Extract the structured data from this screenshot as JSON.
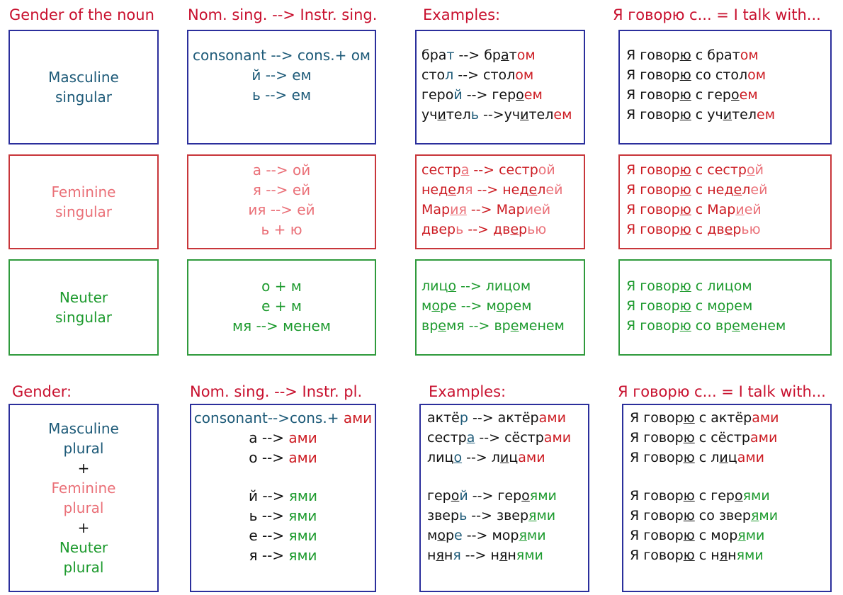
{
  "headers": {
    "gender": "Gender of the noun",
    "nom_instr_sing": "Nom. sing. --> Instr. sing.",
    "examples": "Examples:",
    "talk_with": "Я говорю с... = I talk with...",
    "gender2": "Gender:",
    "nom_instr_pl": "Nom. sing. --> Instr. pl.",
    "examples2": "Examples:",
    "talk_with2": "Я говорю с... = I talk with..."
  },
  "colors": {
    "masculine": "#1d5a78",
    "feminine": "#ea7078",
    "neuter": "#1c9a2d",
    "ending": "#cc1b22",
    "header": "#c8102e"
  },
  "rows": [
    {
      "id": "masc",
      "box_color": "blue",
      "gender": [
        {
          "t": "Masculine",
          "c": "teal"
        },
        {
          "t": "singular",
          "c": "teal"
        }
      ],
      "rules": [
        [
          {
            "t": "consonant --> cons.+ ом",
            "c": "teal"
          }
        ],
        [
          {
            "t": "й --> ем",
            "c": "teal"
          }
        ],
        [
          {
            "t": "ь --> ем",
            "c": "teal"
          }
        ]
      ],
      "examples": [
        [
          {
            "t": "бра"
          },
          {
            "t": "т",
            "c": "teal"
          },
          {
            "t": " --> бр"
          },
          {
            "t": "а",
            "u": 1
          },
          {
            "t": "т"
          },
          {
            "t": "ом",
            "c": "red"
          }
        ],
        [
          {
            "t": "сто"
          },
          {
            "t": "л",
            "c": "teal"
          },
          {
            "t": " --> стол"
          },
          {
            "t": "ом",
            "c": "red"
          }
        ],
        [
          {
            "t": "геро"
          },
          {
            "t": "й",
            "c": "teal"
          },
          {
            "t": " --> гер"
          },
          {
            "t": "о",
            "u": 1
          },
          {
            "t": "ем",
            "c": "red"
          }
        ],
        [
          {
            "t": "уч"
          },
          {
            "t": "и",
            "u": 1
          },
          {
            "t": "тел"
          },
          {
            "t": "ь",
            "c": "teal"
          },
          {
            "t": " -->уч"
          },
          {
            "t": "и",
            "u": 1
          },
          {
            "t": "тел"
          },
          {
            "t": "ем",
            "c": "red"
          }
        ]
      ],
      "talk": [
        [
          {
            "t": "Я говор"
          },
          {
            "t": "ю",
            "u": 1
          },
          {
            "t": " с брат"
          },
          {
            "t": "ом",
            "c": "red"
          }
        ],
        [
          {
            "t": "Я говор"
          },
          {
            "t": "ю",
            "u": 1
          },
          {
            "t": " со стол"
          },
          {
            "t": "ом",
            "c": "red"
          }
        ],
        [
          {
            "t": "Я говор"
          },
          {
            "t": "ю",
            "u": 1
          },
          {
            "t": " с гер"
          },
          {
            "t": "о",
            "u": 1
          },
          {
            "t": "ем",
            "c": "red"
          }
        ],
        [
          {
            "t": "Я говор"
          },
          {
            "t": "ю",
            "u": 1
          },
          {
            "t": " с уч"
          },
          {
            "t": "и",
            "u": 1
          },
          {
            "t": "тел"
          },
          {
            "t": "ем",
            "c": "red"
          }
        ]
      ]
    },
    {
      "id": "fem",
      "box_color": "red",
      "gender": [
        {
          "t": "Feminine",
          "c": "pink"
        },
        {
          "t": "singular",
          "c": "pink"
        }
      ],
      "rules": [
        [
          {
            "t": "а --> ой",
            "c": "pink"
          }
        ],
        [
          {
            "t": "я --> ей",
            "c": "pink"
          }
        ],
        [
          {
            "t": "ия --> ей",
            "c": "pink"
          }
        ],
        [
          {
            "t": "ь + ю",
            "c": "pink"
          }
        ]
      ],
      "examples": [
        [
          {
            "t": "сестр"
          },
          {
            "t": "а",
            "c": "pink",
            "u": 1
          },
          {
            "t": " --> сестр"
          },
          {
            "t": "ой",
            "c": "pink"
          }
        ],
        [
          {
            "t": "нед"
          },
          {
            "t": "е",
            "u": 1
          },
          {
            "t": "л"
          },
          {
            "t": "я",
            "c": "pink"
          },
          {
            "t": " --> нед"
          },
          {
            "t": "е",
            "u": 1
          },
          {
            "t": "л"
          },
          {
            "t": "ей",
            "c": "pink"
          }
        ],
        [
          {
            "t": "Мар"
          },
          {
            "t": "ия",
            "c": "pink",
            "u": 1
          },
          {
            "t": " --> Мар"
          },
          {
            "t": "ией",
            "c": "pink"
          }
        ],
        [
          {
            "t": "двер"
          },
          {
            "t": "ь",
            "c": "pink"
          },
          {
            "t": " --> дв"
          },
          {
            "t": "е",
            "u": 1
          },
          {
            "t": "р"
          },
          {
            "t": "ью",
            "c": "pink"
          }
        ]
      ],
      "talk": [
        [
          {
            "t": "Я говор"
          },
          {
            "t": "ю",
            "u": 1
          },
          {
            "t": " с сестр"
          },
          {
            "t": "о",
            "c": "pink",
            "u": 1
          },
          {
            "t": "й",
            "c": "pink"
          }
        ],
        [
          {
            "t": "Я говор"
          },
          {
            "t": "ю",
            "u": 1
          },
          {
            "t": " с нед"
          },
          {
            "t": "е",
            "u": 1
          },
          {
            "t": "л"
          },
          {
            "t": "ей",
            "c": "pink"
          }
        ],
        [
          {
            "t": "Я говор"
          },
          {
            "t": "ю",
            "u": 1
          },
          {
            "t": " с  Мар"
          },
          {
            "t": "и",
            "c": "pink",
            "u": 1
          },
          {
            "t": "ей",
            "c": "pink"
          }
        ],
        [
          {
            "t": "Я говор"
          },
          {
            "t": "ю",
            "u": 1
          },
          {
            "t": " с дв"
          },
          {
            "t": "е",
            "u": 1
          },
          {
            "t": "р"
          },
          {
            "t": "ью",
            "c": "pink"
          }
        ]
      ]
    },
    {
      "id": "neut",
      "box_color": "green",
      "gender": [
        {
          "t": "Neuter",
          "c": "green"
        },
        {
          "t": "singular",
          "c": "green"
        }
      ],
      "rules": [
        [
          {
            "t": "о  +  м",
            "c": "green"
          }
        ],
        [
          {
            "t": "е  +  м",
            "c": "green"
          }
        ],
        [
          {
            "t": "мя --> менем",
            "c": "green"
          }
        ]
      ],
      "examples": [
        [
          {
            "t": "лиц"
          },
          {
            "t": "о",
            "c": "green",
            "u": 1
          },
          {
            "t": " --> лиц"
          },
          {
            "t": "ом",
            "c": "green"
          }
        ],
        [
          {
            "t": "м"
          },
          {
            "t": "о",
            "u": 1
          },
          {
            "t": "р"
          },
          {
            "t": "е",
            "c": "green"
          },
          {
            "t": " --> м"
          },
          {
            "t": "о",
            "u": 1
          },
          {
            "t": "р"
          },
          {
            "t": "ем",
            "c": "green"
          }
        ],
        [
          {
            "t": "вр"
          },
          {
            "t": "е",
            "u": 1
          },
          {
            "t": "мя",
            "c": "green"
          },
          {
            "t": " --> вр"
          },
          {
            "t": "е",
            "u": 1
          },
          {
            "t": "менем",
            "c": "green"
          }
        ]
      ],
      "talk": [
        [
          {
            "t": "Я говор"
          },
          {
            "t": "ю",
            "u": 1
          },
          {
            "t": " с лиц"
          },
          {
            "t": "ом",
            "c": "green"
          }
        ],
        [
          {
            "t": "Я говор"
          },
          {
            "t": "ю",
            "u": 1
          },
          {
            "t": " с м"
          },
          {
            "t": "о",
            "u": 1
          },
          {
            "t": "р"
          },
          {
            "t": "ем",
            "c": "green"
          }
        ],
        [
          {
            "t": "Я говор"
          },
          {
            "t": "ю",
            "u": 1
          },
          {
            "t": " со вр"
          },
          {
            "t": "е",
            "u": 1
          },
          {
            "t": "менем",
            "c": "green"
          }
        ]
      ]
    }
  ],
  "plural": {
    "gender": [
      {
        "t": "Masculine",
        "c": "teal"
      },
      {
        "t": "plural",
        "c": "teal"
      },
      {
        "t": "+",
        "c": "black"
      },
      {
        "t": "Feminine",
        "c": "pink"
      },
      {
        "t": "plural",
        "c": "pink"
      },
      {
        "t": "+",
        "c": "black"
      },
      {
        "t": "Neuter",
        "c": "green"
      },
      {
        "t": "plural",
        "c": "green"
      }
    ],
    "rules": [
      [
        {
          "t": "consonant-->cons.+ ",
          "c": "teal"
        },
        {
          "t": "ами",
          "c": "red"
        }
      ],
      [
        {
          "t": "а --> "
        },
        {
          "t": "ами",
          "c": "red"
        }
      ],
      [
        {
          "t": "о --> "
        },
        {
          "t": "ами",
          "c": "red"
        }
      ],
      null,
      [
        {
          "t": "й --> "
        },
        {
          "t": "ями",
          "c": "green"
        }
      ],
      [
        {
          "t": "ь --> "
        },
        {
          "t": "ями",
          "c": "green"
        }
      ],
      [
        {
          "t": "е --> "
        },
        {
          "t": "ями",
          "c": "green"
        }
      ],
      [
        {
          "t": "я --> "
        },
        {
          "t": "ями",
          "c": "green"
        }
      ]
    ],
    "examples": [
      [
        {
          "t": "актё"
        },
        {
          "t": "р",
          "c": "teal"
        },
        {
          "t": " --> актёр"
        },
        {
          "t": "ами",
          "c": "red"
        }
      ],
      [
        {
          "t": "сестр"
        },
        {
          "t": "а",
          "c": "teal",
          "u": 1
        },
        {
          "t": " --> сёстр"
        },
        {
          "t": "ами",
          "c": "red"
        }
      ],
      [
        {
          "t": "лиц"
        },
        {
          "t": "о",
          "c": "teal",
          "u": 1
        },
        {
          "t": " --> л"
        },
        {
          "t": "и",
          "u": 1
        },
        {
          "t": "ц"
        },
        {
          "t": "ами",
          "c": "red"
        }
      ],
      null,
      [
        {
          "t": "гер"
        },
        {
          "t": "о",
          "u": 1
        },
        {
          "t": "й",
          "c": "teal"
        },
        {
          "t": " --> гер"
        },
        {
          "t": "о",
          "u": 1
        },
        {
          "t": "ями",
          "c": "green"
        }
      ],
      [
        {
          "t": "звер"
        },
        {
          "t": "ь",
          "c": "teal"
        },
        {
          "t": " --> звер"
        },
        {
          "t": "я",
          "c": "green",
          "u": 1
        },
        {
          "t": "ми",
          "c": "green"
        }
      ],
      [
        {
          "t": "м"
        },
        {
          "t": "о",
          "u": 1
        },
        {
          "t": "р"
        },
        {
          "t": "е",
          "c": "teal"
        },
        {
          "t": "  --> мор"
        },
        {
          "t": "я",
          "c": "green",
          "u": 1
        },
        {
          "t": "ми",
          "c": "green"
        }
      ],
      [
        {
          "t": "н"
        },
        {
          "t": "я",
          "u": 1
        },
        {
          "t": "н"
        },
        {
          "t": "я",
          "c": "teal"
        },
        {
          "t": "  --> н"
        },
        {
          "t": "я",
          "u": 1
        },
        {
          "t": "н"
        },
        {
          "t": "ями",
          "c": "green"
        }
      ]
    ],
    "talk": [
      [
        {
          "t": "Я говор"
        },
        {
          "t": "ю",
          "u": 1
        },
        {
          "t": " с актёр"
        },
        {
          "t": "ами",
          "c": "red"
        }
      ],
      [
        {
          "t": "Я говор"
        },
        {
          "t": "ю",
          "u": 1
        },
        {
          "t": " с сёстр"
        },
        {
          "t": "ами",
          "c": "red"
        }
      ],
      [
        {
          "t": "Я говор"
        },
        {
          "t": "ю",
          "u": 1
        },
        {
          "t": " с л"
        },
        {
          "t": "и",
          "u": 1
        },
        {
          "t": "ц"
        },
        {
          "t": "ами",
          "c": "red"
        }
      ],
      null,
      [
        {
          "t": "Я говор"
        },
        {
          "t": "ю",
          "u": 1
        },
        {
          "t": " с гер"
        },
        {
          "t": "о",
          "u": 1
        },
        {
          "t": "ями",
          "c": "green"
        }
      ],
      [
        {
          "t": "Я говор"
        },
        {
          "t": "ю",
          "u": 1
        },
        {
          "t": " со звер"
        },
        {
          "t": "я",
          "c": "green",
          "u": 1
        },
        {
          "t": "ми",
          "c": "green"
        }
      ],
      [
        {
          "t": "Я говор"
        },
        {
          "t": "ю",
          "u": 1
        },
        {
          "t": " с мор"
        },
        {
          "t": "я",
          "c": "green",
          "u": 1
        },
        {
          "t": "ми",
          "c": "green"
        }
      ],
      [
        {
          "t": "Я говор"
        },
        {
          "t": "ю",
          "u": 1
        },
        {
          "t": " с н"
        },
        {
          "t": "я",
          "u": 1
        },
        {
          "t": "н"
        },
        {
          "t": "ями",
          "c": "green"
        }
      ]
    ]
  }
}
